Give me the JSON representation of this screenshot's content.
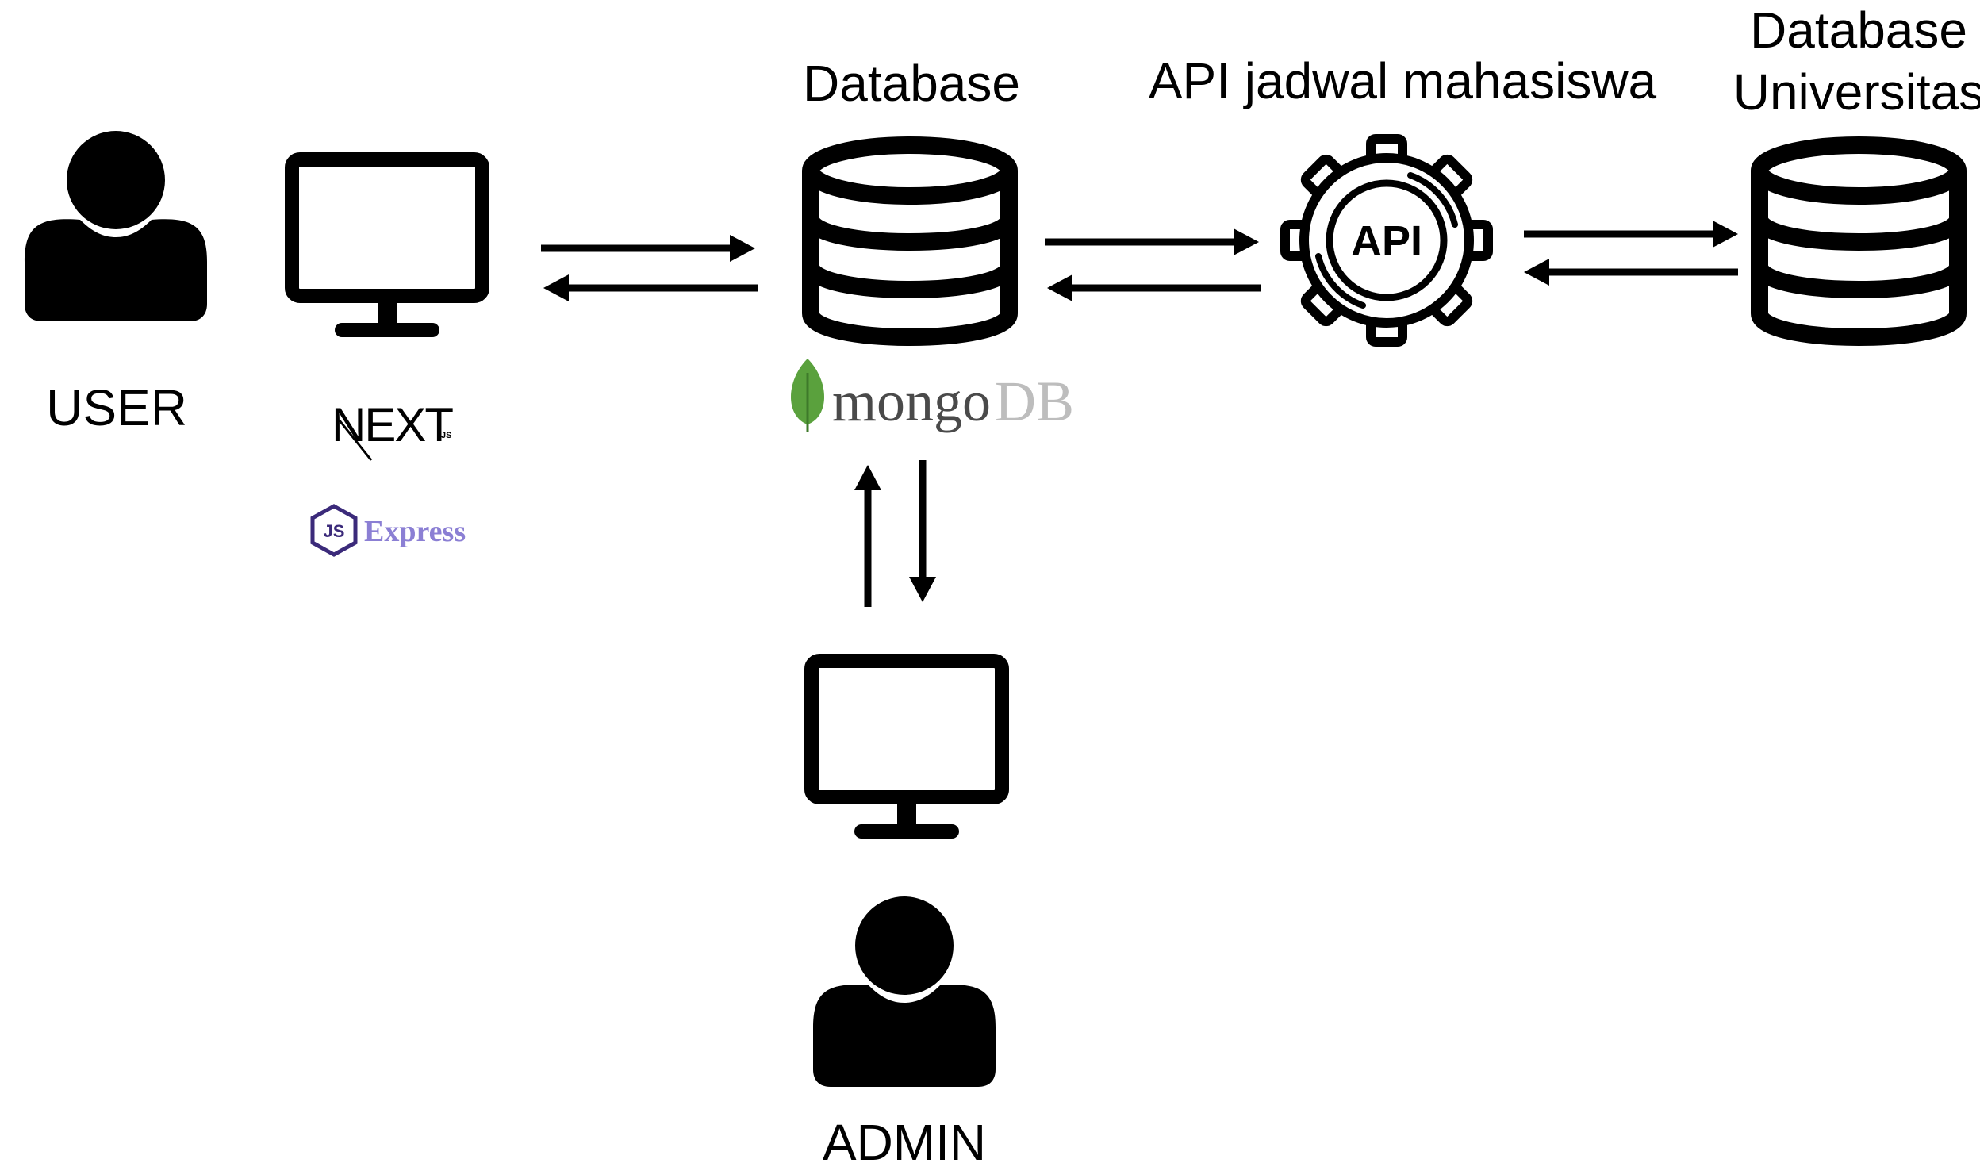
{
  "labels": {
    "user": "USER",
    "admin": "ADMIN",
    "database": "Database",
    "api": "API jadwal mahasiswa",
    "db_univ_line1": "Database",
    "db_univ_line2": "Universitas"
  },
  "logos": {
    "next": "NEXT",
    "next_sub": ".JS",
    "express": "Express",
    "express_badge": "JS",
    "mongo_a": "mongo",
    "mongo_b": "DB",
    "api_gear": "API"
  },
  "icons": {
    "user": "user-icon",
    "admin": "user-icon",
    "user_computer": "monitor-icon",
    "admin_computer": "monitor-icon",
    "database": "database-icon",
    "api": "api-gear-icon",
    "database_universitas": "database-icon",
    "mongodb_leaf": "leaf-icon"
  },
  "colors": {
    "stroke": "#000000",
    "mongo_green": "#5aa13d",
    "mongo_gray": "#bdbdbd",
    "mongo_text": "#4a4a4a",
    "express_purple": "#8b7fd4",
    "node_badge": "#3b2a7a"
  }
}
